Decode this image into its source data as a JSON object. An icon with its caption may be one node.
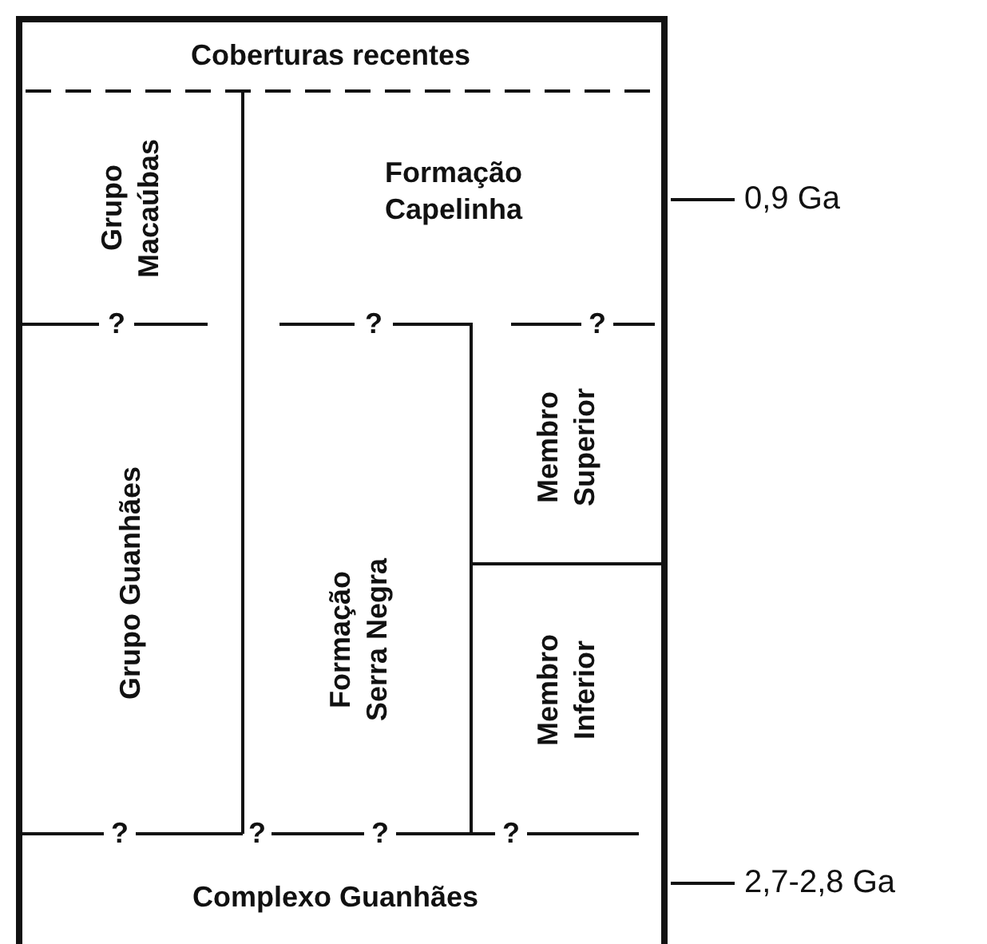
{
  "diagram": {
    "nodes": [
      {
        "text": [
          "Coberturas recentes"
        ]
      },
      {
        "text": [
          "Grupo Macaúbas"
        ]
      },
      {
        "text": [
          "Formação Capelinha"
        ]
      },
      {
        "text": [
          "Grupo Guanhães"
        ]
      },
      {
        "text": [
          "Formação Serra Negra"
        ]
      },
      {
        "text": [
          "Membro Superior"
        ]
      },
      {
        "text": [
          "Membro Inferior"
        ]
      },
      {
        "text": [
          "Complexo Guanhães"
        ]
      }
    ],
    "labels": [
      "0,9 Ga",
      "?",
      "?",
      "?",
      "?",
      "?",
      "?",
      "?",
      "2,7-2,8 Ga"
    ]
  }
}
